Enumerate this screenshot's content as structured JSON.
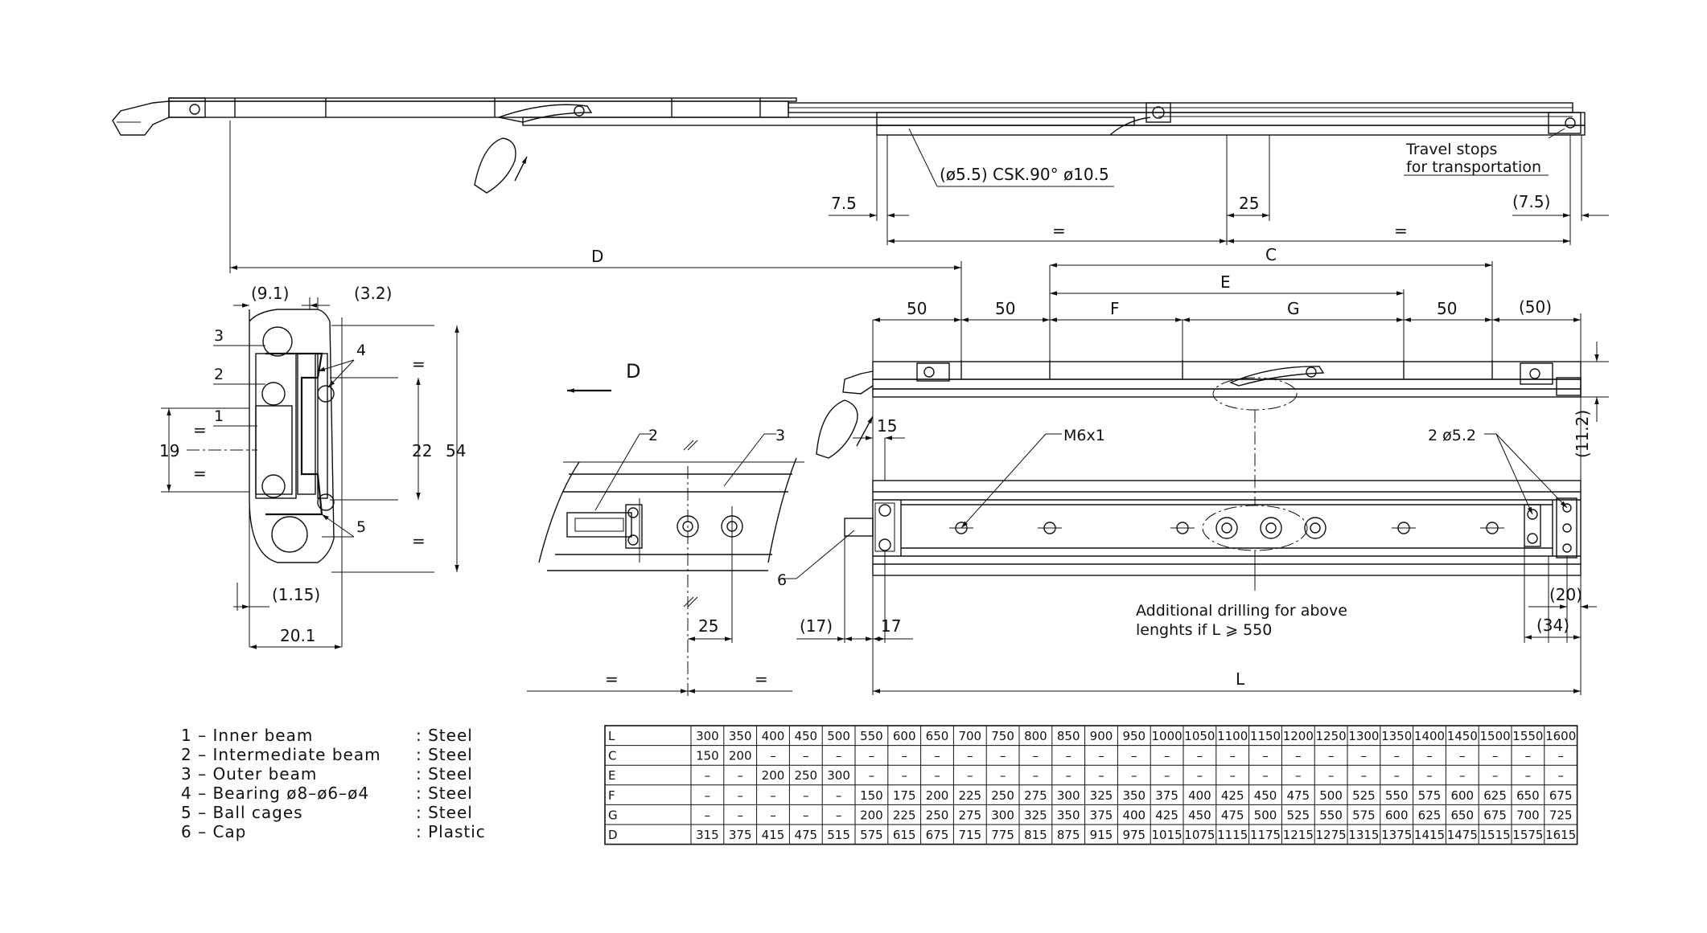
{
  "dimensions": {
    "csk": "(ø5.5) CSK.90° ø10.5",
    "d75": "7.5",
    "d25_top": "25",
    "d75p": "(7.5)",
    "eq": "=",
    "D": "D",
    "C": "C",
    "E": "E",
    "F": "F",
    "G": "G",
    "d50": "50",
    "d50p": "(50)",
    "d91": "(9.1)",
    "d32": "(3.2)",
    "d19": "19",
    "d22": "22",
    "d54": "54",
    "d115": "(1.15)",
    "d201": "20.1",
    "d15": "15",
    "d25": "25",
    "d17p": "(17)",
    "d17": "17",
    "L": "L",
    "d112": "(11.2)",
    "d20": "(20)",
    "d34": "(34)",
    "m6": "M6x1",
    "holes": "2 ø5.2",
    "view_arrow": "D"
  },
  "callouts": {
    "n1": "1",
    "n2": "2",
    "n3": "3",
    "n4": "4",
    "n5": "5",
    "n6": "6"
  },
  "notes": {
    "travel_line1": "Travel stops",
    "travel_line2": "for transportation",
    "drill_line1": "Additional drilling for above",
    "drill_line2": "lenghts if L ⩾ 550"
  },
  "legend": [
    {
      "key": "1  –  Inner beam",
      "material": ":  Steel"
    },
    {
      "key": "2  –  Intermediate beam",
      "material": ":  Steel"
    },
    {
      "key": "3  –  Outer beam",
      "material": ":  Steel"
    },
    {
      "key": "4  –  Bearing  ø8–ø6–ø4",
      "material": ":  Steel"
    },
    {
      "key": "5  –  Ball cages",
      "material": ":  Steel"
    },
    {
      "key": "6  –  Cap",
      "material": ":  Plastic"
    }
  ],
  "table": {
    "rows": [
      {
        "label": "L",
        "values": [
          "300",
          "350",
          "400",
          "450",
          "500",
          "550",
          "600",
          "650",
          "700",
          "750",
          "800",
          "850",
          "900",
          "950",
          "1000",
          "1050",
          "1100",
          "1150",
          "1200",
          "1250",
          "1300",
          "1350",
          "1400",
          "1450",
          "1500",
          "1550",
          "1600"
        ]
      },
      {
        "label": "C",
        "values": [
          "150",
          "200",
          "–",
          "–",
          "–",
          "–",
          "–",
          "–",
          "–",
          "–",
          "–",
          "–",
          "–",
          "–",
          "–",
          "–",
          "–",
          "–",
          "–",
          "–",
          "–",
          "–",
          "–",
          "–",
          "–",
          "–",
          "–"
        ]
      },
      {
        "label": "E",
        "values": [
          "–",
          "–",
          "200",
          "250",
          "300",
          "–",
          "–",
          "–",
          "–",
          "–",
          "–",
          "–",
          "–",
          "–",
          "–",
          "–",
          "–",
          "–",
          "–",
          "–",
          "–",
          "–",
          "–",
          "–",
          "–",
          "–",
          "–"
        ]
      },
      {
        "label": "F",
        "values": [
          "–",
          "–",
          "–",
          "–",
          "–",
          "150",
          "175",
          "200",
          "225",
          "250",
          "275",
          "300",
          "325",
          "350",
          "375",
          "400",
          "425",
          "450",
          "475",
          "500",
          "525",
          "550",
          "575",
          "600",
          "625",
          "650",
          "675"
        ]
      },
      {
        "label": "G",
        "values": [
          "–",
          "–",
          "–",
          "–",
          "–",
          "200",
          "225",
          "250",
          "275",
          "300",
          "325",
          "350",
          "375",
          "400",
          "425",
          "450",
          "475",
          "500",
          "525",
          "550",
          "575",
          "600",
          "625",
          "650",
          "675",
          "700",
          "725"
        ]
      },
      {
        "label": "D",
        "values": [
          "315",
          "375",
          "415",
          "475",
          "515",
          "575",
          "615",
          "675",
          "715",
          "775",
          "815",
          "875",
          "915",
          "975",
          "1015",
          "1075",
          "1115",
          "1175",
          "1215",
          "1275",
          "1315",
          "1375",
          "1415",
          "1475",
          "1515",
          "1575",
          "1615"
        ]
      }
    ]
  }
}
